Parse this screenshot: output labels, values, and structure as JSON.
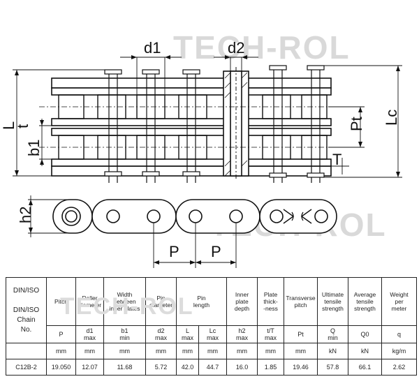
{
  "watermark": {
    "text": "TECH-ROL",
    "table_text": "TECH-ROL"
  },
  "dims": {
    "d1": "d1",
    "d2": "d2",
    "L": "L",
    "Lc": "Lc",
    "Pt": "Pt",
    "b1": "b1",
    "t": "t",
    "T": "T",
    "h2": "h2",
    "P1": "P",
    "P2": "P"
  },
  "table": {
    "row1_first": "DIN/ISO",
    "row1_first_b": "DIN/ISO",
    "row1_first_c": "Chain",
    "row1_first_d": "No.",
    "headers": [
      {
        "l1": "Pitch",
        "l2": ""
      },
      {
        "l1": "Roller",
        "l2": "diameter"
      },
      {
        "l1": "Width",
        "l2": "between",
        "l3": "inner plates"
      },
      {
        "l1": "Pin",
        "l2": "diameter"
      },
      {
        "l1": "Pin",
        "l2": "length"
      },
      {
        "l1": "Inner",
        "l2": "plate",
        "l3": "depth"
      },
      {
        "l1": "Plate",
        "l2": "thick-",
        "l3": "-ness"
      },
      {
        "l1": "Transverse",
        "l2": "pitch"
      },
      {
        "l1": "Ultimate",
        "l2": "tensile",
        "l3": "strength"
      },
      {
        "l1": "Average",
        "l2": "tensile",
        "l3": "strength"
      },
      {
        "l1": "Weight",
        "l2": "per",
        "l3": "meter"
      }
    ],
    "symbols": [
      "P",
      "d1",
      "b1",
      "d2",
      "L",
      "Lc",
      "h2",
      "t/T",
      "Pt",
      "Q",
      "Q0",
      "q"
    ],
    "sub": [
      "",
      "max",
      "min",
      "max",
      "max",
      "max",
      "max",
      "max",
      "",
      "min",
      "",
      ""
    ],
    "units": [
      "mm",
      "mm",
      "mm",
      "mm",
      "mm",
      "mm",
      "mm",
      "mm",
      "mm",
      "kN",
      "kN",
      "kg/m"
    ],
    "unit_first": "",
    "row": {
      "chain": "C12B-2",
      "values": [
        "19.050",
        "12.07",
        "11.68",
        "5.72",
        "42.0",
        "44.7",
        "16.0",
        "1.85",
        "19.46",
        "57.8",
        "66.1",
        "2.62"
      ]
    }
  }
}
